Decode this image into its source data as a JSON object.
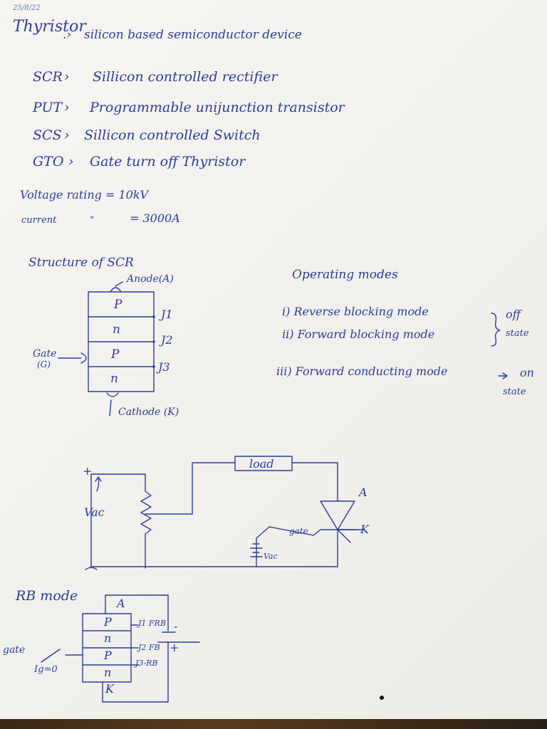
{
  "header": {
    "date": "25/8/22",
    "title": "Thyristor",
    "subtitle": "silicon based semiconductor device"
  },
  "types": [
    {
      "abbr": "SCR",
      "text": "Sillicon controlled rectifier"
    },
    {
      "abbr": "PUT",
      "text": "Programmable unijunction transistor"
    },
    {
      "abbr": "SCS",
      "text": "Sillicon controlled Switch"
    },
    {
      "abbr": "GTO",
      "text": "Gate turn off Thyristor"
    }
  ],
  "ratings": {
    "voltage": "Voltage rating = 10kV",
    "current_label": "current",
    "current_mark": "\"",
    "current_value": "= 3000A"
  },
  "structure": {
    "title": "Structure of SCR",
    "anode": "Anode(A)",
    "layers": [
      "P",
      "n",
      "P",
      "n"
    ],
    "junctions": [
      "J1",
      "J2",
      "J3"
    ],
    "gate": "Gate",
    "gate_sub": "(G)",
    "cathode": "Cathode (K)"
  },
  "operating_modes": {
    "title": "Operating modes",
    "modes": [
      "i) Reverse blocking mode",
      "ii) Forward blocking mode",
      "iii) Forward conducting mode"
    ],
    "off_state": [
      "off",
      "state"
    ],
    "on_state": [
      "on",
      "state"
    ],
    "arrow": "=>"
  },
  "circuit": {
    "plus": "+",
    "source": "Vac",
    "load": "load",
    "anode": "A",
    "cathode": "K",
    "gate": "gate",
    "gate_source": "Vac"
  },
  "rb_mode": {
    "title": "RB mode",
    "anode": "A",
    "cathode": "K",
    "layers": [
      "P",
      "n",
      "P",
      "n"
    ],
    "junctions": [
      "J1 FRB",
      "J2 FB",
      "J3-RB"
    ],
    "battery_minus": "-",
    "battery_plus": "+",
    "gate": "gate",
    "ig": "Ig=0"
  }
}
